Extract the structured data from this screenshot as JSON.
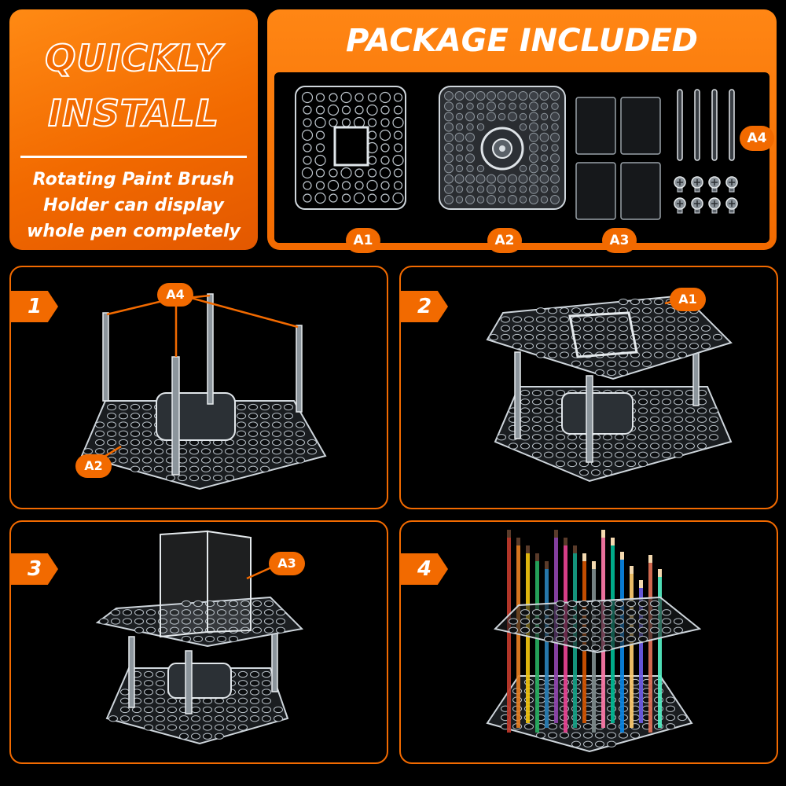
{
  "promo": {
    "title_line1": "QUICKLY",
    "title_line2": "INSTALL",
    "desc_lines": [
      "Rotating Paint Brush",
      "Holder can display",
      "whole pen completely"
    ]
  },
  "package": {
    "title": "PACKAGE INCLUDED",
    "parts": [
      "A1",
      "A2",
      "A3",
      "A4"
    ]
  },
  "steps": [
    {
      "number": "1",
      "callouts": [
        "A4",
        "A2"
      ]
    },
    {
      "number": "2",
      "callouts": [
        "A1"
      ]
    },
    {
      "number": "3",
      "callouts": [
        "A3"
      ]
    },
    {
      "number": "4",
      "callouts": []
    }
  ],
  "colors": {
    "accent": "#f26a00",
    "background": "#000000",
    "acrylic": "#cfd6dc"
  }
}
